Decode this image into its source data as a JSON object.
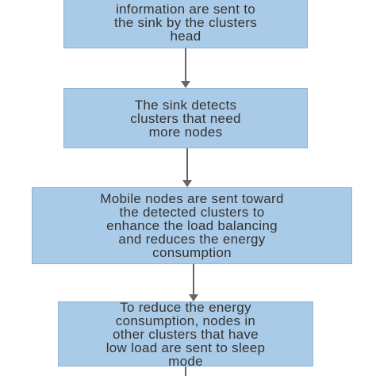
{
  "flowchart": {
    "steps": [
      {
        "text": "The clusters\ninformation are sent to\nthe sink by the clusters\nhead"
      },
      {
        "text": "The sink detects\nclusters that need\nmore nodes"
      },
      {
        "text": "Mobile nodes are sent toward\nthe detected clusters to\nenhance the load balancing\nand reduces the energy\nconsumption"
      },
      {
        "text": "To reduce the energy\nconsumption, nodes in\nother clusters that have\nlow load are sent to sleep\nmode"
      }
    ],
    "colors": {
      "box_fill": "#a9cbe8",
      "box_border": "#8fb4d6",
      "arrow": "#666666",
      "text": "#333333"
    }
  }
}
